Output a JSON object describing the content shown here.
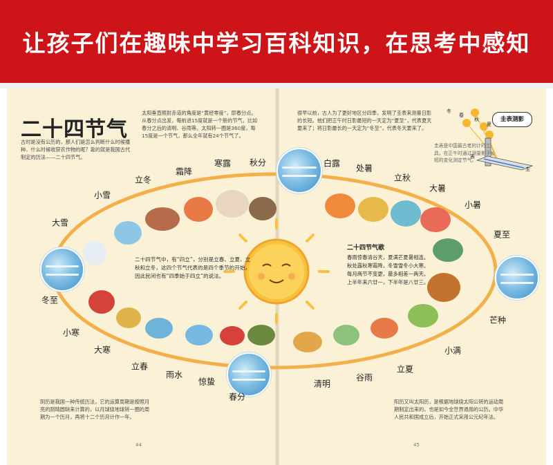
{
  "banner": {
    "text": "让孩子们在趣味中学习百科知识，在思考中感知"
  },
  "title": "二十四节气",
  "intro": "古时是没有公历的，那人们是怎么判断什么时候播种、什么时候收获农作物的呢？靠的就是我国古代制定的历法——二十四节气。",
  "top_middle": "太阳垂直照射赤道的角度是“黄经零度”，即春分点。从春分点出发，每前进15度就是一个新的节气，比如春分之后的清明、谷雨等。太阳转一圈是360度，每15度是一个节气，那么全年就有24个节气了。",
  "top_right": "很早以前，古人为了更好地区分四季，发明了圭表来测量日影的长短。他们把正午时日影最短的一天定为“夏至”，代表夏天要来了；将日影最长的一天定为“冬至”，代表冬天要来了。",
  "side_note": "圭表是中国最古老的计时工具，在正午时通过测量影子长短的变化测定节气。",
  "badge": "圭表测影",
  "gnomon_labels": {
    "winter": "冬",
    "spring": "春",
    "autumn": "秋",
    "summer": "夏",
    "table": "表",
    "gui": "圭"
  },
  "center_left": "二十四节气中，有“四立”，分别是立春、立夏、立秋和立冬，这四个节气代表的是四个季节的开始，因此民间也有“四季始于四立”的说法。",
  "song": {
    "title": "二十四节气歌",
    "lines": [
      "春雨惊春清谷天，夏满芒夏暑相连。",
      "秋处露秋寒霜降，冬雪雪冬小大寒。",
      "每月两节不变更，最多相差一两天。",
      "上半年来六廿一，下半年是八廿三。"
    ]
  },
  "bottom_left": "阴历是我国一种传统历法，它的运算周期是按照月亮的阴晴圆缺来计算的，以月球绕地球转一圈的周期为一个历月，再将十二个历月计作一年。",
  "bottom_right": "阳历又叫太阳历，是根据地球绕太阳公转的运动周期制定出来的，也是如今全世界通用的公历。中华人民共和国成立后，开始正式采用公元纪年法。",
  "page_numbers": {
    "left": "44",
    "right": "45"
  },
  "terms": [
    "秋分",
    "寒露",
    "霜降",
    "立冬",
    "小雪",
    "大雪",
    "冬至",
    "小寒",
    "大寒",
    "立春",
    "雨水",
    "惊蛰",
    "春分",
    "清明",
    "谷雨",
    "立夏",
    "小满",
    "芒种",
    "夏至",
    "小暑",
    "大暑",
    "立秋",
    "处暑",
    "白露"
  ],
  "colors": {
    "banner": "#cd1419",
    "paper": "#fbf1d7",
    "ring": "#f3b04a",
    "sun": "#f7c23d"
  }
}
